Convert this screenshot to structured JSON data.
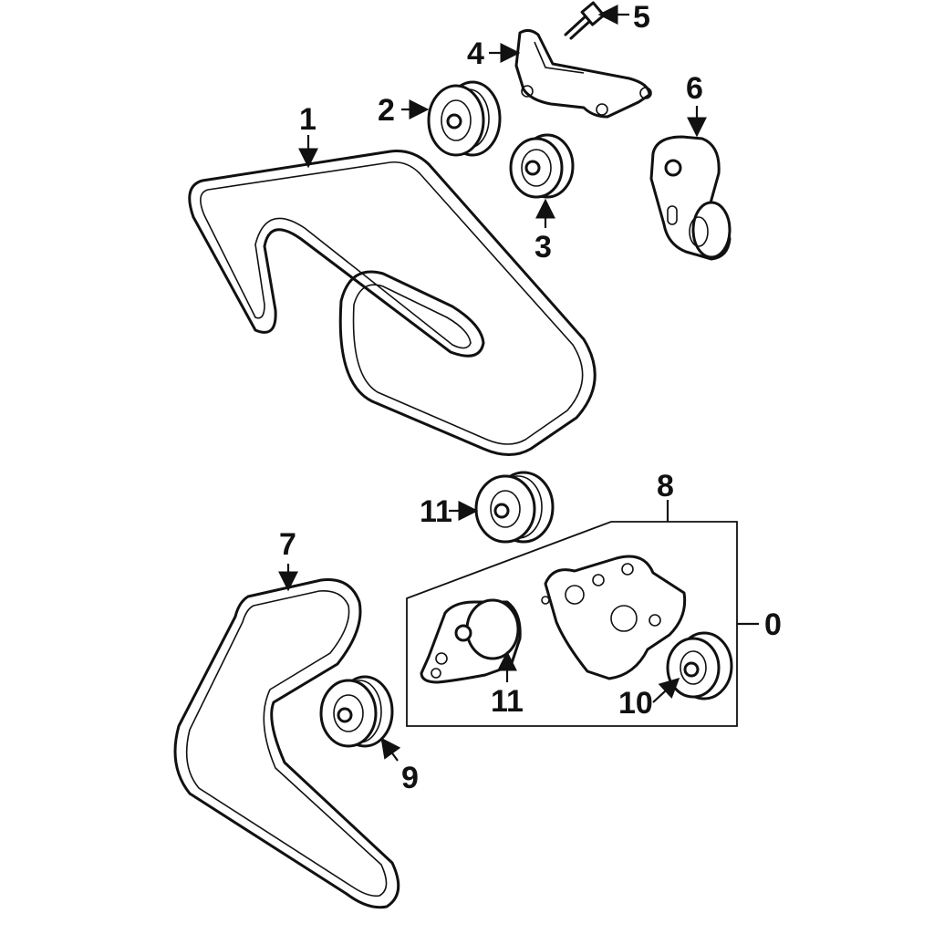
{
  "diagram": {
    "colors": {
      "ink": "#111111",
      "background": "#ffffff"
    },
    "callouts": {
      "belt_upper": "1",
      "idler_upper_left": "2",
      "idler_upper_center": "3",
      "mount_bracket": "4",
      "bolt": "5",
      "tensioner_upper": "6",
      "belt_lower": "7",
      "assembly": "8",
      "idler_lower_left": "9",
      "idler_assembly": "10",
      "idler_lower_top": "11",
      "tensioner_assembly": "11",
      "assembly_bracket": "0"
    }
  }
}
